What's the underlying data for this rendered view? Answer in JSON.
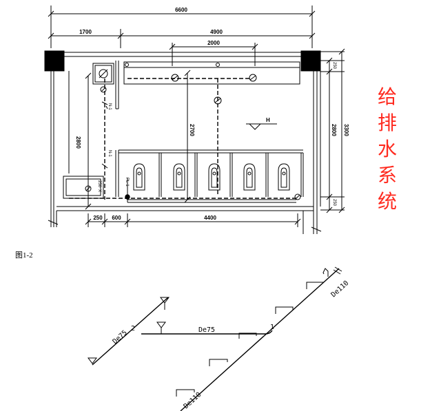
{
  "side_title": [
    "给",
    "排",
    "水",
    "系",
    "统"
  ],
  "figure_label": "图1-2",
  "plan": {
    "dims": {
      "overall": "6600",
      "left": "1700",
      "right": "4900",
      "lamp_span": "2000",
      "left_height": "2800",
      "middle_height": "2700",
      "right_inner": "2800",
      "right_total": "3300",
      "right_top": "250",
      "right_bottom": "250",
      "bottom_left": "250",
      "bottom_mid": "600",
      "bottom_right": "4400",
      "slope_label": "250",
      "slope_x": "X"
    },
    "level_label": "H",
    "riser_label": "PL-1",
    "pipe_tag_1": "N-1",
    "pipe_tag_2": "N-1"
  },
  "iso": {
    "pipe_main": "De110",
    "pipe_branch": "De75",
    "pipe_branch_2": "De75",
    "node_1": "1",
    "node_2": "2",
    "pipe_bottom": "De110"
  }
}
